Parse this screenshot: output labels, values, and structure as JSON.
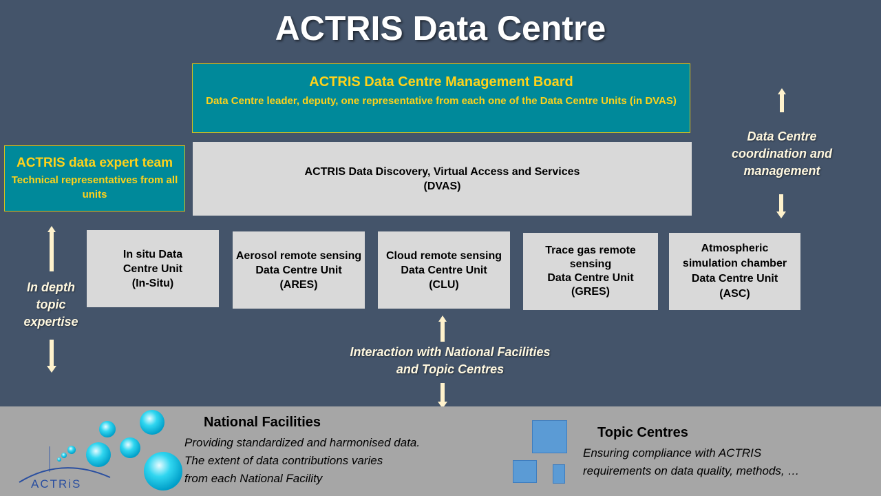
{
  "title": "ACTRIS Data Centre",
  "management_board": {
    "title": "ACTRIS Data Centre Management Board",
    "subtitle": "Data Centre leader, deputy, one representative from each one of the Data Centre Units (in DVAS)"
  },
  "dvas": {
    "line1": "ACTRIS Data Discovery, Virtual Access and Services",
    "line2": "(DVAS)"
  },
  "expert_team": {
    "title": "ACTRIS data expert team",
    "subtitle": "Technical representatives from all units"
  },
  "units": [
    {
      "lines": [
        "In situ Data",
        "Centre Unit",
        "(In-Situ)"
      ]
    },
    {
      "lines": [
        "Aerosol remote sensing",
        "Data Centre Unit",
        "(ARES)"
      ]
    },
    {
      "lines": [
        "Cloud remote sensing",
        "Data Centre Unit",
        "(CLU)"
      ]
    },
    {
      "lines": [
        "Trace gas remote",
        "sensing",
        "Data Centre Unit",
        "(GRES)"
      ]
    },
    {
      "lines": [
        "Atmospheric",
        "simulation chamber",
        "Data Centre Unit",
        "(ASC)"
      ]
    }
  ],
  "labels": {
    "coordination": [
      "Data Centre",
      "coordination and",
      "management"
    ],
    "in_depth": [
      "In depth",
      "topic",
      "expertise"
    ],
    "interaction": [
      "Interaction with National Facilities",
      "and Topic Centres"
    ]
  },
  "national_facilities": {
    "title": "National Facilities",
    "text": [
      "Providing standardized and harmonised data.",
      "The extent of data contributions varies",
      "from each National Facility"
    ]
  },
  "topic_centres": {
    "title": "Topic Centres",
    "text": [
      "Ensuring compliance with ACTRIS",
      "requirements on data quality, methods, …"
    ]
  },
  "logo": {
    "text": "ACTRiS"
  },
  "colors": {
    "background": "#44546a",
    "teal_box": "#00899a",
    "gold_text": "#ffd21a",
    "unit_box": "#d9d9d9",
    "arrow": "#fff2cc",
    "bottom_band": "#a6a6a6",
    "square_blue": "#5b9bd5",
    "bubble": "#00c8e6"
  }
}
